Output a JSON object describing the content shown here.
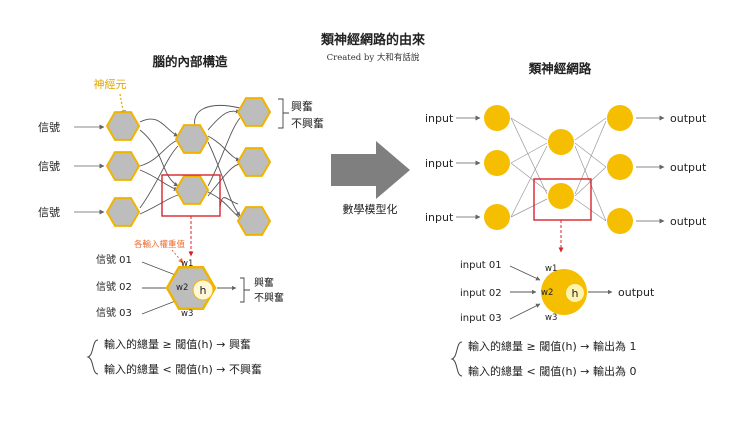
{
  "title": "類神經網路的由來",
  "credit": "Created by 大和有話說",
  "colors": {
    "node_gold": "#f6be00",
    "hex_fill": "#bdbdbd",
    "hex_stroke": "#f0b400",
    "highlight_red": "#d9232a",
    "annotation_orange": "#ec6b2d",
    "neuron_label": "#e0a800",
    "arrow_gray": "#8a8a8a",
    "line_dark": "#555555",
    "text_dark": "#222222"
  },
  "left": {
    "heading": "腦的內部構造",
    "neuron_label": "神經元",
    "signal_label": "信號",
    "output_labels": [
      "興奮",
      "不興奮"
    ],
    "weight_annotation": "各輸入權重值",
    "detail_inputs": [
      "信號 01",
      "信號 02",
      "信號 03"
    ],
    "weights": [
      "w1",
      "w2",
      "w3"
    ],
    "threshold_symbol": "h",
    "detail_outputs": [
      "興奮",
      "不興奮"
    ],
    "rules": [
      "輸入的總量 ≥  閾值(h)  → 興奮",
      "輸入的總量 <  閾值(h)  → 不興奮"
    ]
  },
  "middle": {
    "label": "數學模型化"
  },
  "right": {
    "heading": "類神經網路",
    "input_label": "input",
    "output_label": "output",
    "detail_inputs": [
      "input 01",
      "input 02",
      "input 03"
    ],
    "weights": [
      "w1",
      "w2",
      "w3"
    ],
    "threshold_symbol": "h",
    "detail_output": "output",
    "rules": [
      "輸入的總量 ≥  閾值(h) → 輸出為 1",
      "輸入的總量 <  閾值(h) → 輸出為 0"
    ]
  }
}
